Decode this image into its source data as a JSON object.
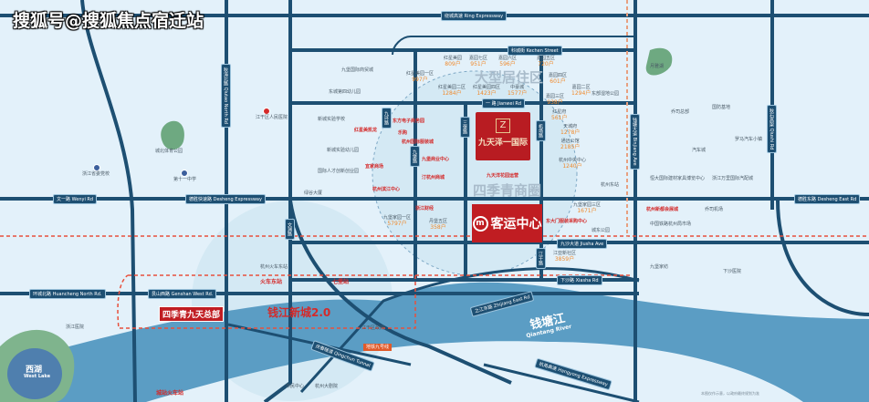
{
  "watermark": "搜狐号@搜狐焦点宿迁站",
  "colors": {
    "road": "#1d4f72",
    "river": "#5b9dc4",
    "accent": "#c01d22",
    "land": "#e3f1fa",
    "park": "#6ea981"
  },
  "roads": {
    "ring": "绕城高速 Ring Expressway",
    "kecheng": "科城街 Kechen Street",
    "jianwei": "一 路 Jianwei Rd",
    "wenyi": "文一路 Wenyi Rd",
    "desheng": "德胜快速路 Desheng Expressway",
    "desheng_east": "德胜东路 Desheng East Rd",
    "huancheng": "环城北路 Huancheng North Rd.",
    "genshan": "艮山西路 Genshan West Rd.",
    "jiusha": "九沙大道 Jiusha Ave",
    "xiasha": "下沙路 Xiasha Rd",
    "zhijiang": "之江东路 Zhijiang East Rd",
    "hangyong": "杭甬高速 Hangyong Expressway",
    "qiutao": "秋涛北路 Qiutao North Rd",
    "binhai": "钱塘大道 Binjiang Ave",
    "east_v": "秋石高架 Qiushi Rd",
    "v1": "九环路",
    "v2": "三堡路",
    "v3": "机场路",
    "v4": "九堡路",
    "v5": "文渊路",
    "jianggan": "江干路",
    "qiantang_tunnel": "庆春隧道 Qingchun Tunnel"
  },
  "areas": {
    "project": "九天泽一国际",
    "bus_center": "客运中心",
    "bus_icon": "m",
    "residential": "大型居住区",
    "business": "四季青商圈",
    "new_city": "钱江新城2.0",
    "hq": "四季青九天总部",
    "river": "钱塘江",
    "river_en": "Qiantang River",
    "lake": "西湖",
    "lake_en": "West Lake",
    "metro": "地铁九号线"
  },
  "stations": [
    "火车东站",
    "七堡站",
    "城站火车站"
  ],
  "pois": [
    {
      "name": "城北体育公园",
      "type": "g"
    },
    {
      "name": "月雅湖",
      "type": "g"
    },
    {
      "name": "东部湿地公园",
      "type": "g"
    },
    {
      "name": "乔司总部",
      "type": "g"
    },
    {
      "name": "国防基地",
      "type": "g"
    },
    {
      "name": "浙江省委党校",
      "type": "b"
    },
    {
      "name": "第十一中学",
      "type": "b"
    },
    {
      "name": "江干区人民医院",
      "type": "r"
    },
    {
      "name": "新城实验学校",
      "type": "b"
    },
    {
      "name": "东城第四幼儿园",
      "type": "b"
    },
    {
      "name": "九堡国际商贸城",
      "type": "b"
    },
    {
      "name": "新城实验幼儿园",
      "type": "b"
    },
    {
      "name": "国际人才创新创业园",
      "type": "b"
    },
    {
      "name": "绿谷大厦",
      "type": "b"
    },
    {
      "name": "杭州火车东站",
      "type": "b"
    },
    {
      "name": "浙江医院",
      "type": "r"
    },
    {
      "name": "恒大国际建材家具博览中心",
      "type": "b"
    },
    {
      "name": "浙江万里国际汽配城",
      "type": "b"
    },
    {
      "name": "汽车城",
      "type": "b"
    },
    {
      "name": "罗马汽车小镇",
      "type": "b"
    },
    {
      "name": "杭州东站",
      "type": "b"
    },
    {
      "name": "杭州新都会展城",
      "type": "r"
    },
    {
      "name": "乔司机场",
      "type": "b"
    },
    {
      "name": "中国铁路杭州局市场",
      "type": "b"
    },
    {
      "name": "九堡家纺",
      "type": "b"
    },
    {
      "name": "下沙医院",
      "type": "r"
    },
    {
      "name": "城东公园",
      "type": "b"
    },
    {
      "name": "杭州大剧院",
      "type": "b"
    },
    {
      "name": "市民中心",
      "type": "b"
    },
    {
      "name": "江干区政府",
      "type": "b"
    },
    {
      "name": "浙江财经",
      "type": "r"
    }
  ],
  "commercial": [
    "杭州国际服装城",
    "九堡商业中心",
    "汀杭州商城",
    "东方电子商务园",
    "红星美凯龙",
    "乐购",
    "宜家商场",
    "九天洋花园运营",
    "东大门服装采购中心",
    "杭州滨江中心"
  ],
  "households": [
    {
      "name": "红星美园",
      "count": "809户"
    },
    {
      "name": "嘉园七区",
      "count": "951户"
    },
    {
      "name": "嘉园六区",
      "count": "596户"
    },
    {
      "name": "嘉园五区",
      "count": "720户"
    },
    {
      "name": "红星美园二区",
      "count": "1284户"
    },
    {
      "name": "红星美园四区",
      "count": "1423户"
    },
    {
      "name": "中豪城",
      "count": "1577户"
    },
    {
      "name": "嘉园四区",
      "count": "601户"
    },
    {
      "name": "嘉园二区",
      "count": "1294户"
    },
    {
      "name": "嘉园三区",
      "count": "938户"
    },
    {
      "name": "红星府",
      "count": "561户"
    },
    {
      "name": "天城府",
      "count": "1278户"
    },
    {
      "name": "通远公馆",
      "count": "2185户"
    },
    {
      "name": "杭州中央中心",
      "count": "1240户"
    },
    {
      "name": "红星美园一区",
      "count": "997户"
    },
    {
      "name": "九堡家园三区",
      "count": "1671户"
    },
    {
      "name": "江亚新社区",
      "count": "3859户"
    },
    {
      "name": "九堡家园一区",
      "count": "5797户"
    },
    {
      "name": "丹堡五区",
      "count": "358户"
    }
  ],
  "disclaimer": "本图仅作示意，以政府最终规划为准"
}
